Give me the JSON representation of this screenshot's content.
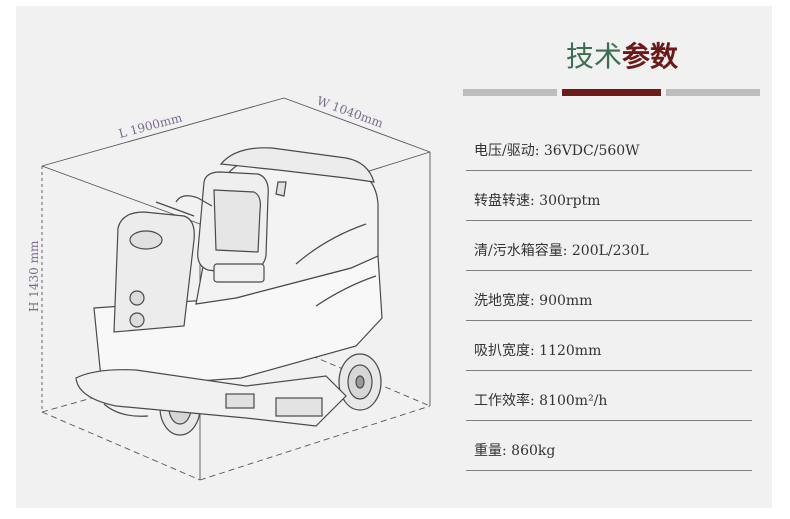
{
  "title": {
    "part1": "技术",
    "part2": "参数"
  },
  "dimensions": {
    "length": "L 1900mm",
    "width": "W 1040mm",
    "height": "H 1430 mm"
  },
  "specs": [
    {
      "label": "电压/驱动: 36VDC/560W"
    },
    {
      "label": "转盘转速: 300rptm"
    },
    {
      "label": "清/污水箱容量:  200L/230L"
    },
    {
      "label": "洗地宽度: 900mm"
    },
    {
      "label": "吸扒宽度:  1120mm"
    },
    {
      "label": "工作效率:  8100m²/h"
    },
    {
      "label": "重量: 860kg"
    }
  ],
  "colors": {
    "title_green": "#3b6f4e",
    "title_red": "#6b1a1a",
    "accent_bar": "#6d1b1b",
    "bar_gray": "#bdbdbd"
  }
}
